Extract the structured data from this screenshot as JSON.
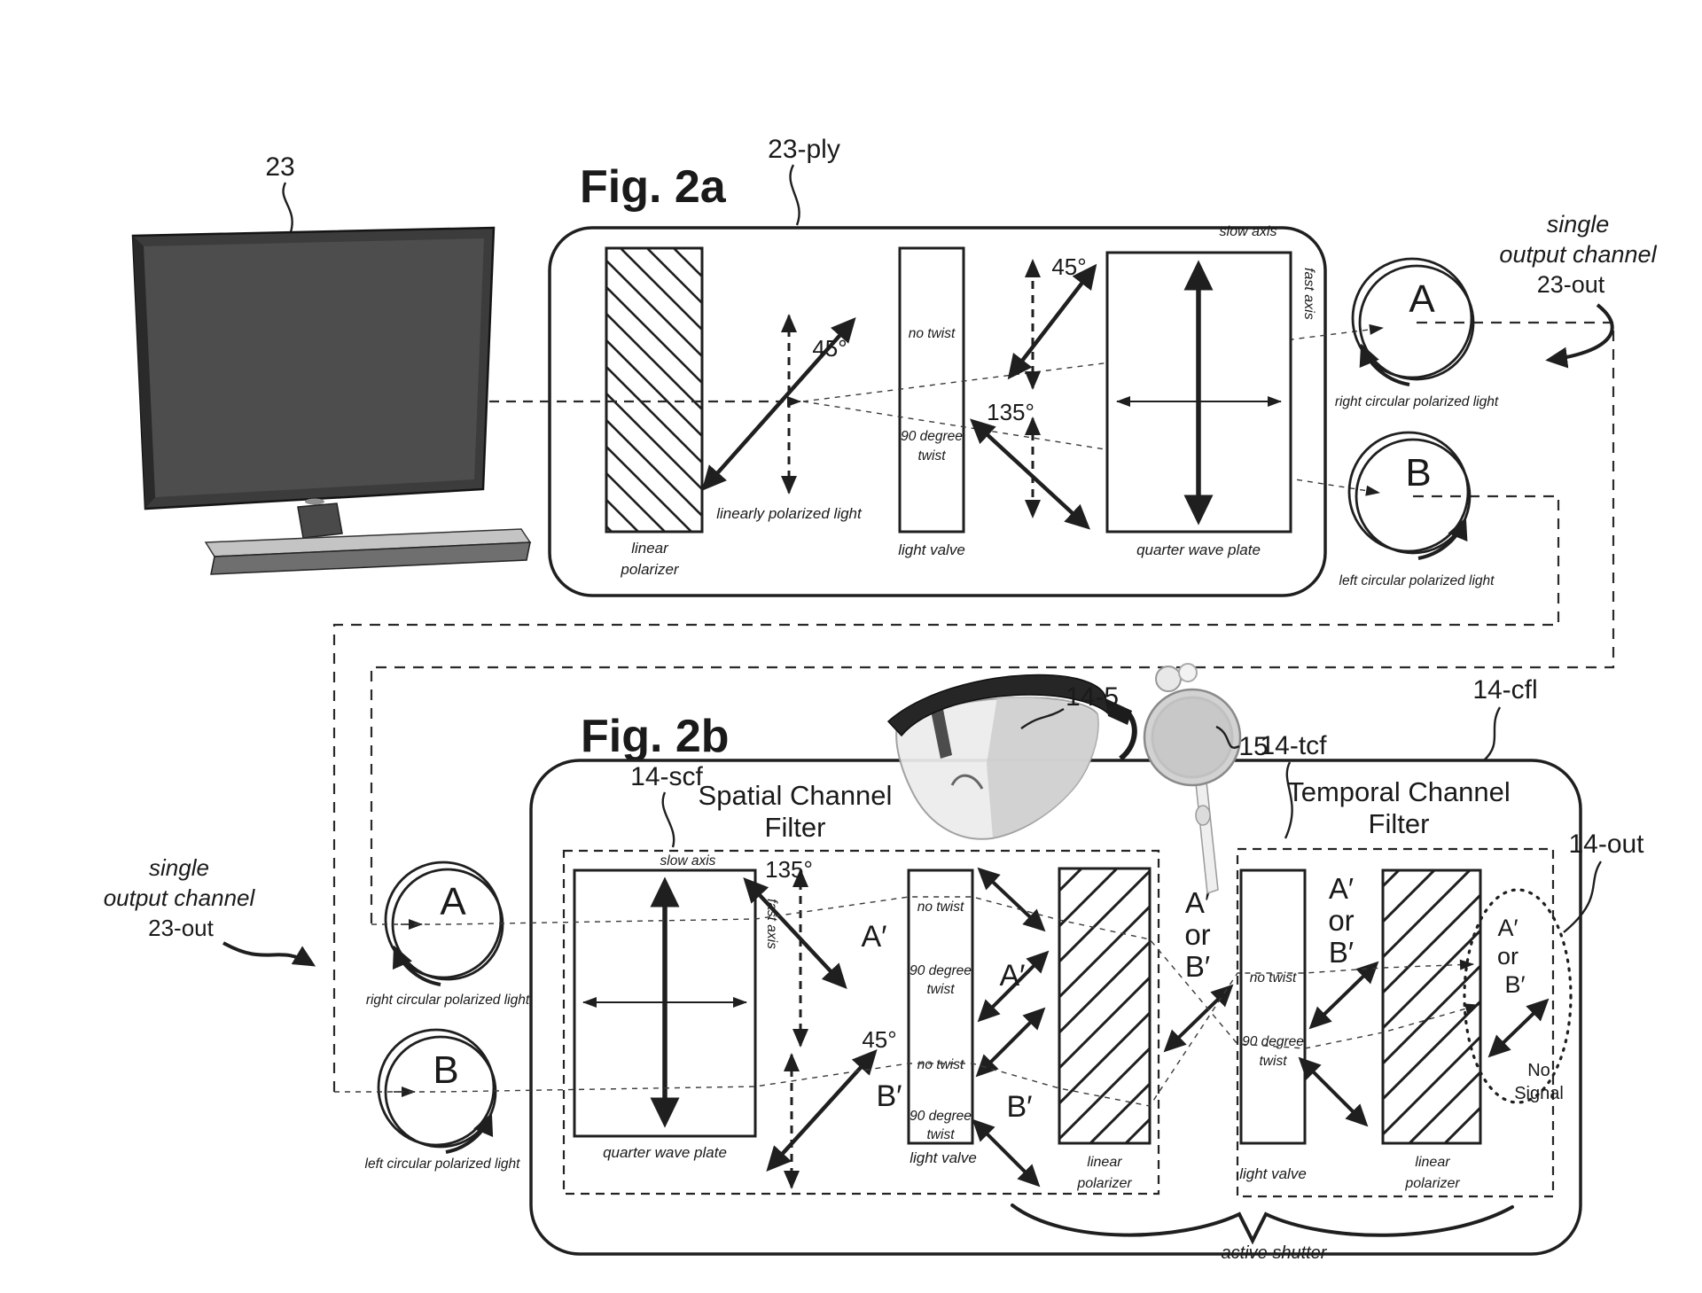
{
  "shared": {
    "no_twist": "no twist",
    "ninety_degree": "90 degree",
    "twist": "twist",
    "light_valve": "light valve",
    "linear": "linear",
    "polarizer": "polarizer",
    "quarter_wave_plate": "quarter wave plate",
    "slow_axis": "slow axis",
    "fast_axis": "fast axis",
    "deg_45": "45°",
    "deg_135": "135°",
    "letter_a": "A",
    "letter_b": "B",
    "a_prime": "A′",
    "b_prime": "B′",
    "or": "or",
    "right_circular": "right circular polarized light",
    "left_circular": "left circular polarized light",
    "single": "single",
    "output_channel": "output channel",
    "channel_23_out": "23-out"
  },
  "fig2a": {
    "title": "Fig. 2a",
    "ref_display": "23",
    "ref_ply": "23-ply",
    "linearly_polarized": "linearly polarized light"
  },
  "fig2b": {
    "title": "Fig. 2b",
    "ref_glasses": "14-5",
    "ref_lens": "15",
    "ref_cfl": "14-cfl",
    "ref_scf": "14-scf",
    "ref_tcf": "14-tcf",
    "ref_out": "14-out",
    "spatial_title_1": "Spatial Channel",
    "spatial_title_2": "Filter",
    "temporal_title_1": "Temporal Channel",
    "temporal_title_2": "Filter",
    "no_signal_1": "No",
    "no_signal_2": "Signal",
    "active_shutter": "active shutter"
  }
}
